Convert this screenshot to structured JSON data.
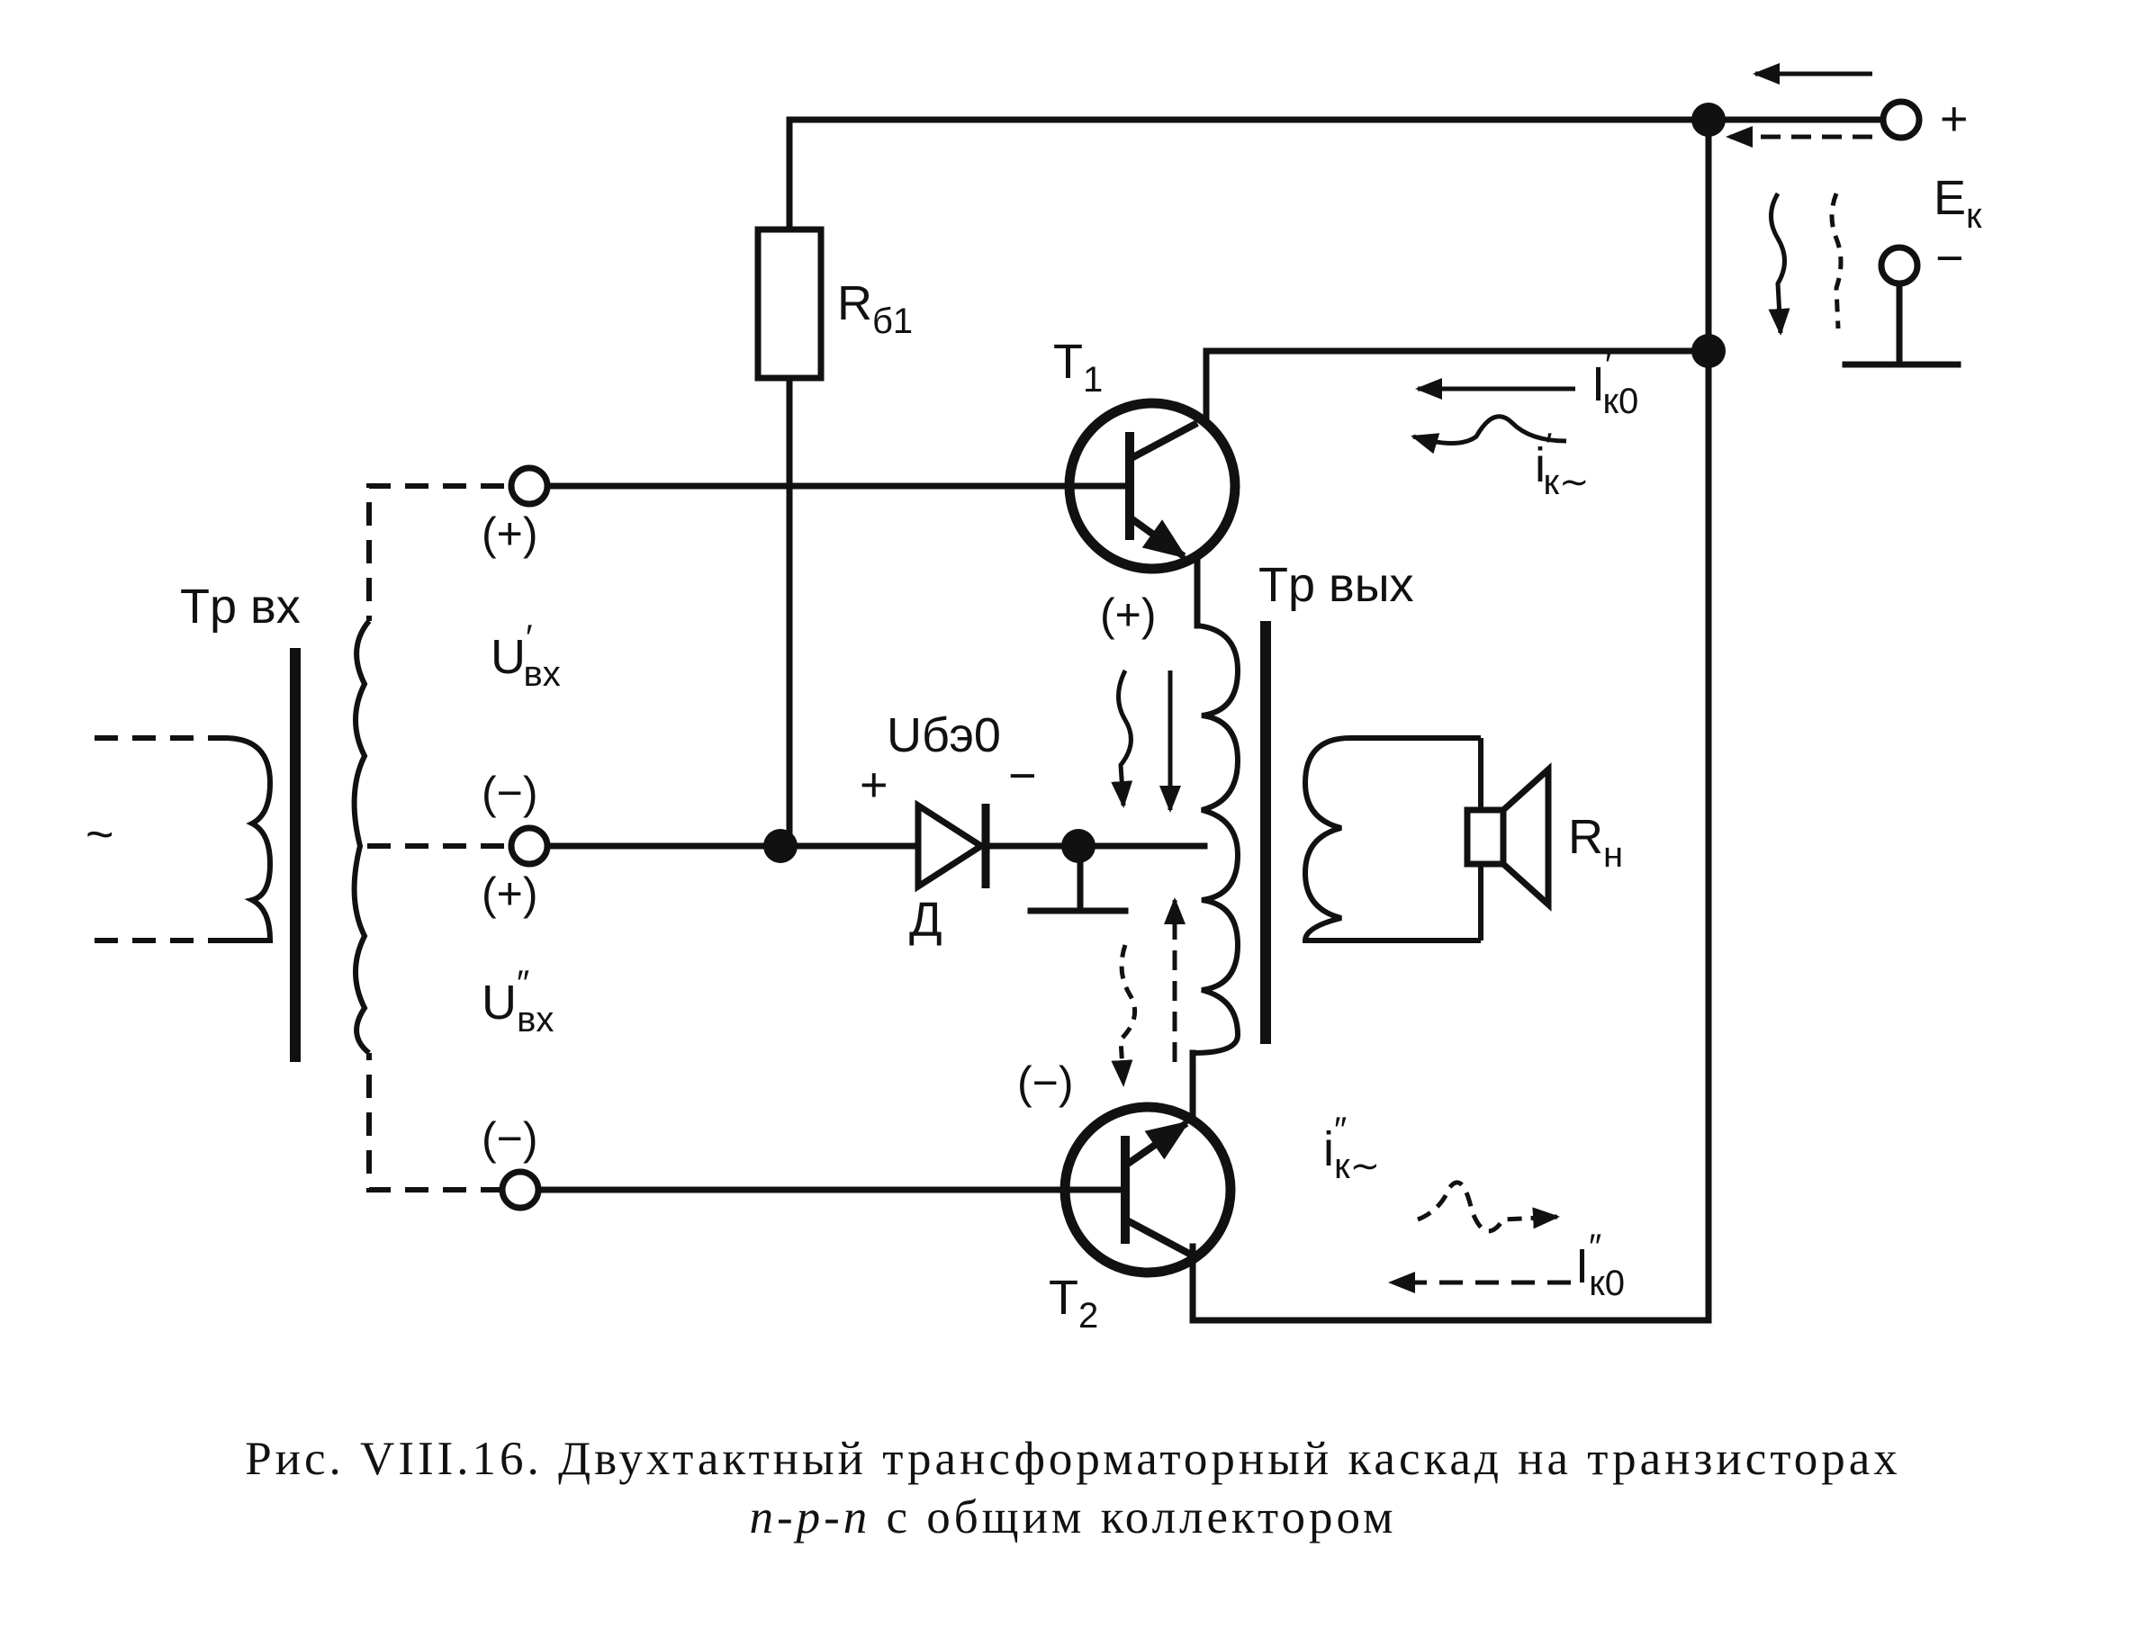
{
  "labels": {
    "rb1": "R",
    "rb1_sub": "б1",
    "t1": "T",
    "t1_sub": "1",
    "t2": "T",
    "t2_sub": "2",
    "tr_in": "Tр вх",
    "tr_out": "Tр вых",
    "u_in1": "U",
    "u_in1_sub": "вх",
    "u_in1_prime": "′",
    "u_in2": "U",
    "u_in2_sub": "вх",
    "u_in2_prime": "″",
    "u_be0": "Uбэ0",
    "diode": "Д",
    "load": "R",
    "load_sub": "н",
    "ek": "E",
    "ek_sub": "к",
    "ek_plus": "+",
    "ek_minus": "−",
    "ik0_1": "I",
    "ik0_1_prime": "′",
    "ik0_1_sub": "к0",
    "ik_ac_1": "i",
    "ik_ac_1_prime": "′",
    "ik_ac_1_sub": "к∼",
    "ik_ac_2": "i",
    "ik_ac_2_prime": "″",
    "ik_ac_2_sub": "к∼",
    "ik0_2": "I",
    "ik0_2_prime": "″",
    "ik0_2_sub": "к0",
    "ac_source": "~",
    "pol_top": "(+)",
    "pol_mid_top": "(−)",
    "pol_mid_bottom": "(+)",
    "pol_bottom": "(−)",
    "pol_t1_emitter": "(+)",
    "pol_t2_emitter": "(−)",
    "diode_plus": "+",
    "diode_minus": "−"
  },
  "caption": {
    "line1": "Рис. VIII.16. Двухтактный трансформаторный каскад на транзисторах",
    "line2_italic": "n-p-n",
    "line2_rest": " с общим коллектором"
  }
}
